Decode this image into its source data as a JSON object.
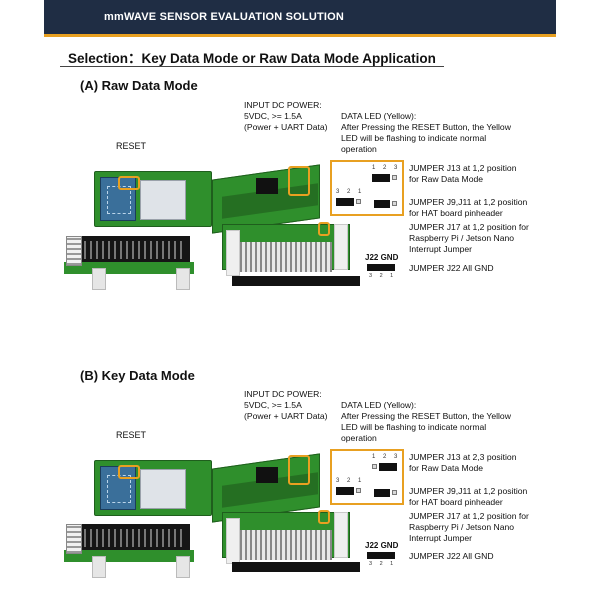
{
  "banner": {
    "title": "mmWAVE SENSOR EVALUATION SOLUTION"
  },
  "page": {
    "selection_heading": "Selection：Key Data Mode or Raw Data Mode Application"
  },
  "sections": [
    {
      "title": "(A) Raw Data Mode",
      "reset_label": "RESET",
      "power_note": [
        "INPUT DC POWER:",
        "5VDC, >= 1.5A",
        "(Power + UART Data)"
      ],
      "led_note": [
        "DATA LED (Yellow):",
        "After Pressing the RESET Button, the Yellow",
        "LED  will  be  flashing  to  indicate  normal",
        "operation"
      ],
      "jumper_j13": [
        "JUMPER J13 at 1,2 position",
        "for Raw Data Mode"
      ],
      "jumper_j9_j11": [
        "JUMPER J9,J11 at 1,2 position",
        "for HAT board pinheader"
      ],
      "jumper_j17": [
        "JUMPER J17 at 1,2 position for",
        "Raspberry Pi / Jetson Nano",
        "Interrupt Jumper"
      ],
      "j22_title": "J22 GND",
      "jumper_j22": "JUMPER J22 All GND",
      "pin_marks_top": "1 2 3",
      "pin_marks_mid": "3 2 1",
      "pin_marks_j22": "3 2 1"
    },
    {
      "title": "(B) Key Data Mode",
      "reset_label": "RESET",
      "power_note": [
        "INPUT DC POWER:",
        "5VDC, >= 1.5A",
        "(Power + UART Data)"
      ],
      "led_note": [
        "DATA LED (Yellow):",
        "After Pressing the RESET Button, the Yellow",
        "LED  will  be  flashing  to  indicate  normal",
        "operation"
      ],
      "jumper_j13": [
        "JUMPER J13 at 2,3 position",
        "for Raw Data Mode"
      ],
      "jumper_j9_j11": [
        "JUMPER J9,J11 at 1,2 position",
        "for HAT board pinheader"
      ],
      "jumper_j17": [
        "JUMPER J17 at 1,2 position for",
        "Raspberry Pi / Jetson Nano",
        "Interrupt Jumper"
      ],
      "j22_title": "J22 GND",
      "jumper_j22": "JUMPER J22 All GND",
      "pin_marks_top": "1 2 3",
      "pin_marks_mid": "3 2 1",
      "pin_marks_j22": "3 2 1"
    }
  ],
  "colors": {
    "banner": "#1f2d44",
    "accent": "#e8a021",
    "board": "#2f8f2c"
  },
  "icons": [
    "reset-button-icon",
    "usb-power-icon",
    "jumper-icon"
  ]
}
